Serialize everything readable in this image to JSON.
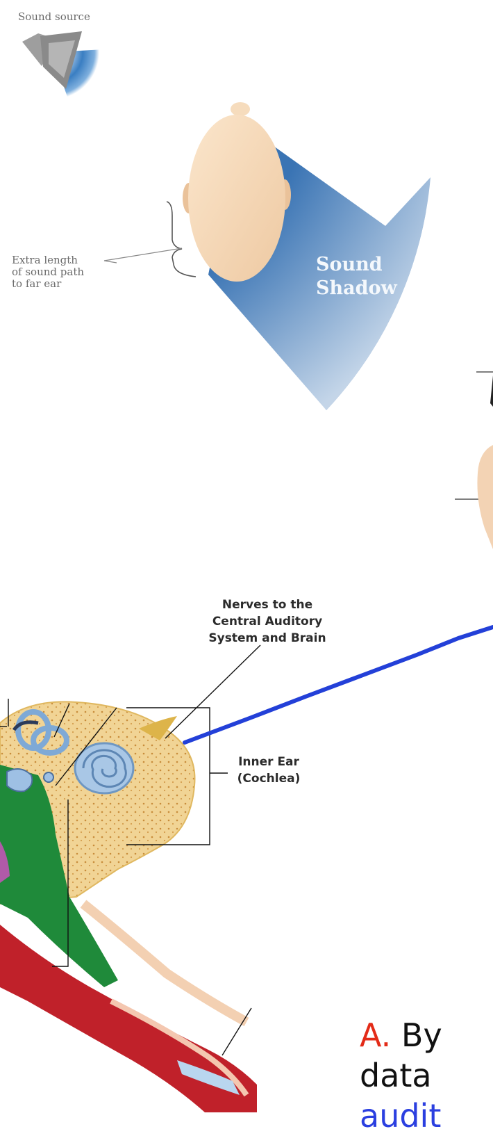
{
  "top_figure": {
    "sound_source_label": "Sound source",
    "extra_length_label": [
      "Extra length",
      "of sound path",
      "to far ear"
    ],
    "shadow_label": [
      "Sound",
      "Shadow"
    ]
  },
  "ear_figure": {
    "nerves_label": [
      "Nerves to the",
      "Central Auditory",
      "System and Brain"
    ],
    "inner_ear_label": [
      "Inner Ear",
      "(Cochlea)"
    ]
  },
  "answer": {
    "marker": "A.",
    "line1": "By",
    "line2": "data",
    "line3": "audit"
  },
  "colors": {
    "wave_blue": "#3a7ec2",
    "shadow_blue": "#2f6db0",
    "skin": "#f6dcbd",
    "cochlea": "#a9c7e6",
    "bone": "#f1d495",
    "canal_red": "#c0212a",
    "green": "#1f8a3a",
    "arrow_blue": "#2340d8",
    "marker_red": "#e32b18",
    "text_blue": "#2b3fe0"
  }
}
